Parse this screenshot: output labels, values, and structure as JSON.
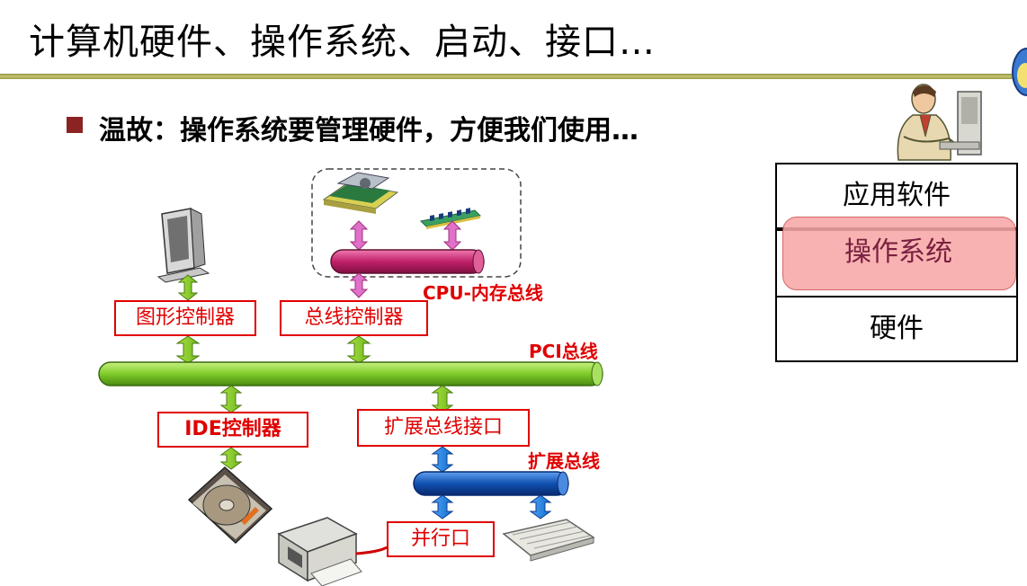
{
  "slide": {
    "title": "计算机硬件、操作系统、启动、接口…",
    "bullet": "温故：操作系统要管理硬件，方便我们使用…"
  },
  "diagram": {
    "controllers": {
      "graphics": "图形控制器",
      "bus": "总线控制器",
      "ide": "IDE控制器",
      "expansion_interface": "扩展总线接口",
      "parallel_port": "并行口"
    },
    "buses": {
      "cpu_memory": "CPU-内存总线",
      "pci": "PCI总线",
      "expansion": "扩展总线"
    },
    "colors": {
      "pci_bus": "#7fcc2a",
      "cpu_memory_bus": "#c0206a",
      "expansion_bus": "#1050b0",
      "label_red": "#e00000",
      "os_highlight": "#f8a8a8"
    }
  },
  "stack": {
    "application": "应用软件",
    "os": "操作系统",
    "hardware": "硬件"
  }
}
